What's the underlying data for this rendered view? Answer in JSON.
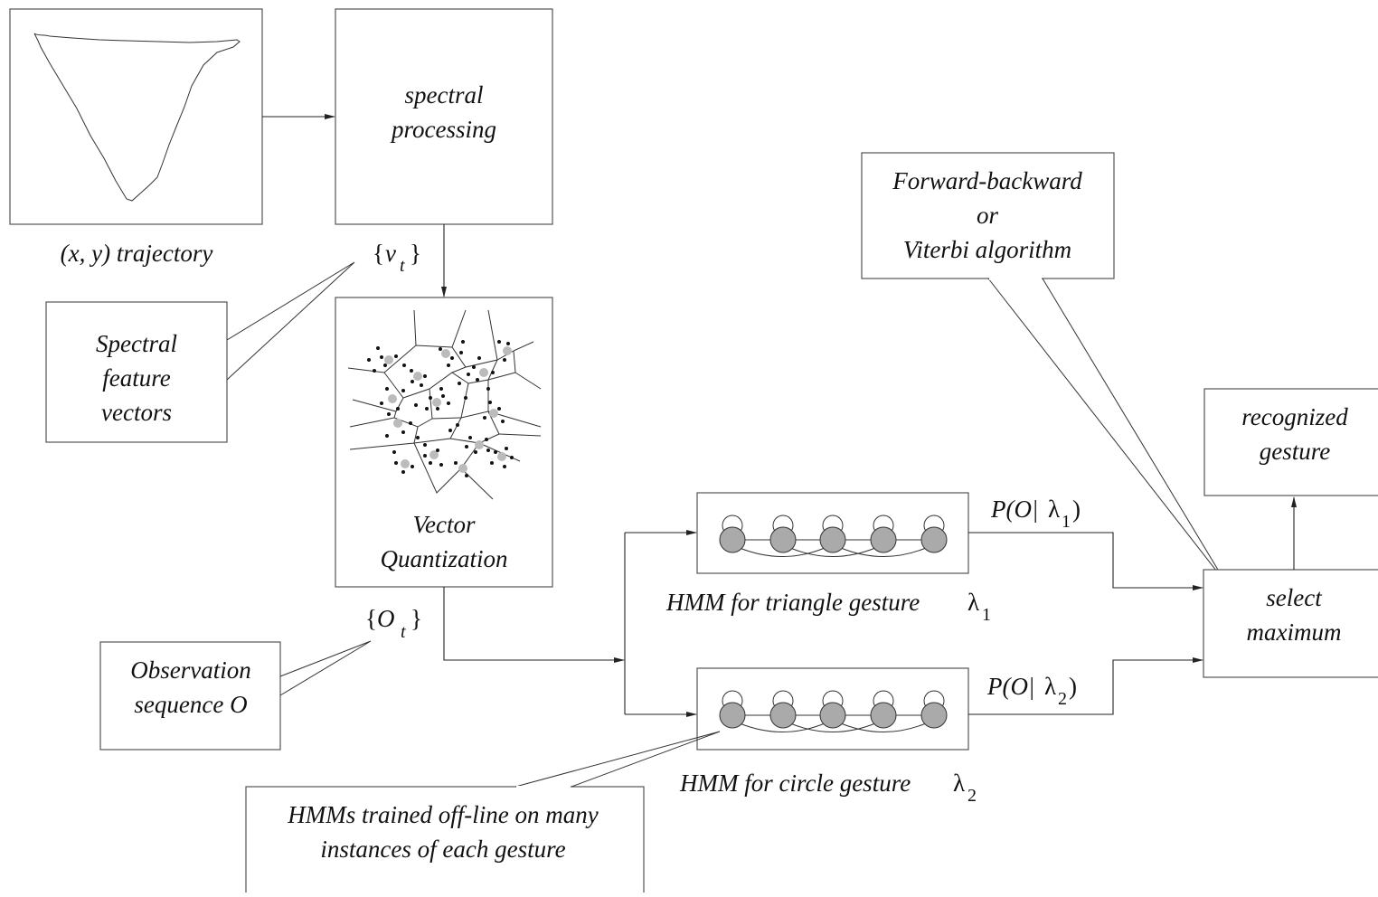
{
  "nodes": {
    "trajectory_label": "(x, y) trajectory",
    "spectral": [
      "spectral",
      "processing"
    ],
    "vt": "{v_t}",
    "spectral_features": [
      "Spectral",
      "feature",
      "vectors"
    ],
    "vq": [
      "Vector",
      "Quantization"
    ],
    "ot": "{O_t}",
    "observation": [
      "Observation",
      "sequence O"
    ],
    "hmm1_label": "HMM for triangle gesture λ1",
    "hmm2_label": "HMM for circle gesture λ2",
    "p1": "P(O|λ1)",
    "p2": "P(O|λ2)",
    "trained": [
      "HMMs trained off-line on many",
      "instances of each gesture"
    ],
    "algorithm": [
      "Forward-backward",
      "or",
      "Viterbi algorithm"
    ],
    "select": [
      "select",
      "maximum"
    ],
    "recognized": [
      "recognized",
      "gesture"
    ]
  }
}
